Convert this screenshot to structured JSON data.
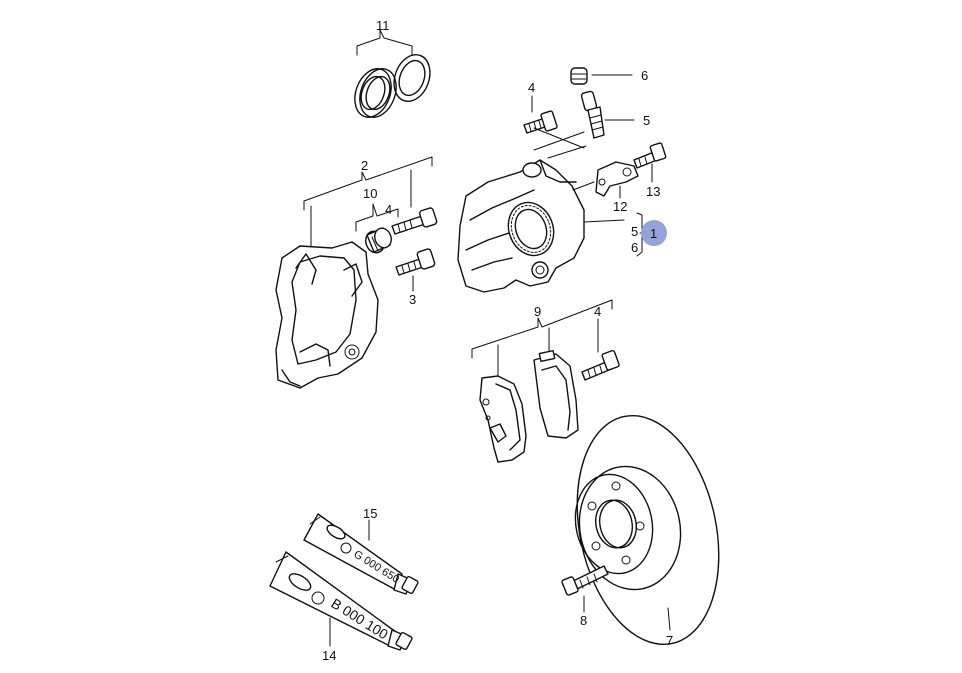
{
  "callouts": {
    "n11": "11",
    "n6": "6",
    "n4_top": "4",
    "n5_top": "5",
    "n2": "2",
    "n13": "13",
    "n10": "10",
    "n4_left": "4",
    "n12": "12",
    "n3": "3",
    "n5_right": "5",
    "n1": "1",
    "n6_right": "6",
    "n9": "9",
    "n4_pads": "4",
    "n15": "15",
    "n14": "14",
    "n8": "8",
    "n7": "7"
  },
  "tubes": {
    "tube15_code": "G 000 650",
    "tube14_code": "B 000 100"
  },
  "colors": {
    "line": "#111111",
    "highlight": "#8e9fd6"
  },
  "icons": {
    "highlight_marker": "blue-circle-marker"
  }
}
